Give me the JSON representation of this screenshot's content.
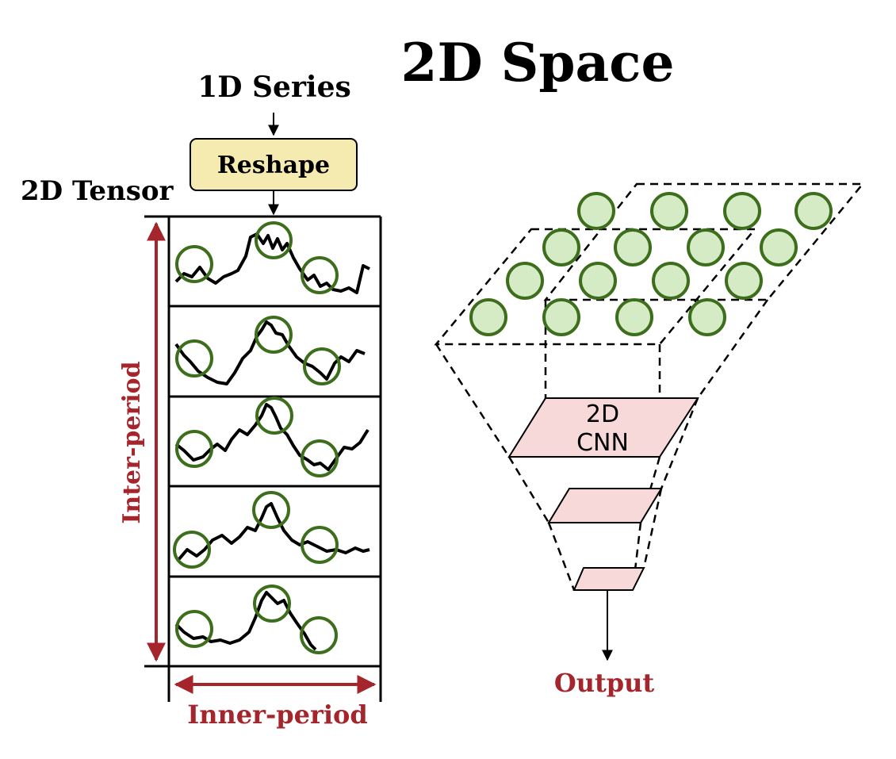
{
  "title": "2D Space",
  "input_label": "1D Series",
  "reshape_label": "Reshape",
  "tensor_label": "2D Tensor",
  "inter_period_label": "Inter-period",
  "inner_period_label": "Inner-period",
  "cnn_label_line1": "2D",
  "cnn_label_line2": "CNN",
  "output_label": "Output",
  "colors": {
    "accent_red": "#a4262c",
    "circle_stroke": "#3c6e1c",
    "circle_fill": "#d5ebc6",
    "reshape_fill": "#f5ebb0",
    "cnn_fill": "#f8d9da"
  },
  "period_rows": 5
}
